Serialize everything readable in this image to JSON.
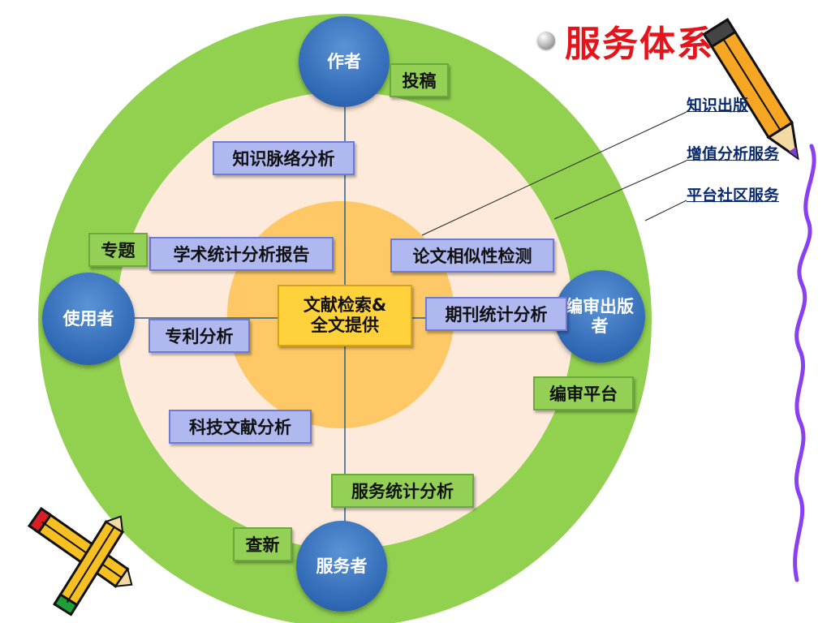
{
  "title": "服务体系",
  "links": [
    "知识出版",
    "增值分析服务",
    "平台社区服务"
  ],
  "nodes": {
    "author": "作者",
    "user": "使用者",
    "editor": "编审出版者",
    "service": "服务者"
  },
  "center": {
    "line1": "文献检索&",
    "line2": "全文提供"
  },
  "blue_boxes": {
    "knowledge_analysis": "知识脉络分析",
    "academic_report": "学术统计分析报告",
    "similarity": "论文相似性检测",
    "journal_stats": "期刊统计分析",
    "patent": "专利分析",
    "literature": "科技文献分析"
  },
  "green_boxes": {
    "submit": "投稿",
    "topic": "专题",
    "review_platform": "编审平台",
    "service_stats": "服务统计分析",
    "novelty": "查新"
  },
  "colors": {
    "outer_ring": "#92d050",
    "middle_ring": "#fdeada",
    "inner_circle": "#fdc865",
    "title": "#e4141b",
    "node": "#2f68b4",
    "blue_box": "#b0b8f0",
    "green_box": "#94d056",
    "center_box": "#ffd23c",
    "squiggle": "#8a3ff0"
  },
  "icons": [
    "pencil-icon",
    "bullet-icon"
  ]
}
